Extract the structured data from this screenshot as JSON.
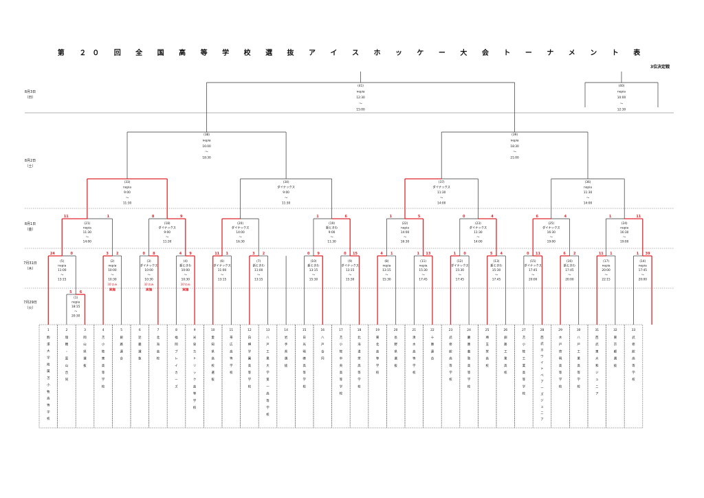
{
  "title": "第 ２０ 回 全 国 高 等 学 校 選 抜 ア イ ス ホ ッ ケ ー 大 会 ト ー ナ メ ン ト 表",
  "third_place_label": "3位決定戦",
  "dates": [
    {
      "lines": [
        "8月3日",
        "（日）"
      ]
    },
    {
      "lines": [
        "8月2日",
        "（土）"
      ]
    },
    {
      "lines": [
        "8月1日",
        "（金）"
      ]
    },
    {
      "lines": [
        "7月31日",
        "（木）"
      ]
    },
    {
      "lines": [
        "7月29日",
        "（火）"
      ]
    }
  ],
  "teams": [
    {
      "num": "1",
      "name": "駒澤大学附属苫小牧高等学校"
    },
    {
      "num": "2",
      "name": "瑞穂・富山合同"
    },
    {
      "num": "3",
      "name": "岡山県選抜"
    },
    {
      "num": "4",
      "name": "苫小牧東高等学校"
    },
    {
      "num": "5",
      "name": "釧路連合"
    },
    {
      "num": "6",
      "name": "近畿選抜"
    },
    {
      "num": "7",
      "name": "北海高校"
    },
    {
      "num": "8",
      "name": "福岡ブレイカーズ"
    },
    {
      "num": "9",
      "name": "光泉カトリック高等学校"
    },
    {
      "num": "10",
      "name": "愛知県高校選抜"
    },
    {
      "num": "11",
      "name": "帯広高等学校"
    },
    {
      "num": "12",
      "name": "白樺学園高等学校"
    },
    {
      "num": "13",
      "name": "八戸工業大学第一高等学校"
    },
    {
      "num": "14",
      "name": "岩手県選抜"
    },
    {
      "num": "15",
      "name": "日光明峰高等学校"
    },
    {
      "num": "16",
      "name": "八戸合同"
    },
    {
      "num": "17",
      "name": "苫小牧中央高等学校"
    },
    {
      "num": "18",
      "name": "北海道栄高等学校"
    },
    {
      "num": "19",
      "name": "東北高等学校"
    },
    {
      "num": "20",
      "name": "長野県選抜"
    },
    {
      "num": "21",
      "name": "清水高等学校"
    },
    {
      "num": "22",
      "name": "十勝連合"
    },
    {
      "num": "23",
      "name": "武修館高等学校"
    },
    {
      "num": "24",
      "name": "慶應義塾高等学校"
    },
    {
      "num": "25",
      "name": "埼玉栄高校"
    },
    {
      "num": "26",
      "name": "釧路工業高校"
    },
    {
      "num": "27",
      "name": "苫小牧工業高等学校"
    },
    {
      "num": "28",
      "name": "西武ホワイトベアーズジュニア"
    },
    {
      "num": "29",
      "name": "水戸啓明高等学校"
    },
    {
      "num": "30",
      "name": "八戸工業高等学校"
    },
    {
      "num": "31",
      "name": "西武東大和ジュニア"
    },
    {
      "num": "32",
      "name": "東京都選抜"
    },
    {
      "num": "33",
      "name": "武修館高等学校"
    }
  ],
  "matches": [
    {
      "id": "m1",
      "no": "(1)",
      "venue": "nepia",
      "start": "18:15",
      "end": "20:30"
    },
    {
      "id": "m2",
      "no": "(2)",
      "venue": "nepia",
      "start": "10:00",
      "end": "10:30",
      "note": "30'のみ",
      "note2": "実施"
    },
    {
      "id": "m3",
      "no": "(3)",
      "venue": "ダイナックス",
      "start": "10:00",
      "end": "10:30",
      "note": "30'のみ",
      "note2": "実施"
    },
    {
      "id": "m4",
      "no": "(4)",
      "venue": "新ときわ",
      "start": "10:00",
      "end": "10:30",
      "note": "30'のみ",
      "note2": "実施"
    },
    {
      "id": "m5",
      "no": "(5)",
      "venue": "nepia",
      "start": "11:00",
      "end": "13:15"
    },
    {
      "id": "m6",
      "no": "(6)",
      "venue": "ダイナックス",
      "start": "11:00",
      "end": "13:15"
    },
    {
      "id": "m7",
      "no": "(7)",
      "venue": "新ときわ",
      "start": "11:00",
      "end": "13:15"
    },
    {
      "id": "m8",
      "no": "(8)",
      "venue": "nepia",
      "start": "13:15",
      "end": "15:30"
    },
    {
      "id": "m9",
      "no": "(9)",
      "venue": "ダイナックス",
      "start": "13:15",
      "end": "15:30"
    },
    {
      "id": "m10",
      "no": "(10)",
      "venue": "新ときわ",
      "start": "13:15",
      "end": "15:30"
    },
    {
      "id": "m11",
      "no": "(11)",
      "venue": "nepia",
      "start": "15:30",
      "end": "17:45"
    },
    {
      "id": "m12",
      "no": "(12)",
      "venue": "ダイナックス",
      "start": "15:30",
      "end": "17:45"
    },
    {
      "id": "m13",
      "no": "(13)",
      "venue": "新ときわ",
      "start": "15:30",
      "end": "17:45"
    },
    {
      "id": "m15",
      "no": "(15)",
      "venue": "ダイナックス",
      "start": "17:45",
      "end": "20:00"
    },
    {
      "id": "m16",
      "no": "(16)",
      "venue": "新ときわ",
      "start": "17:45",
      "end": "20:00"
    },
    {
      "id": "m17",
      "no": "(17)",
      "venue": "nepia",
      "start": "20:00",
      "end": "22:15"
    },
    {
      "id": "m14",
      "no": "(14)",
      "venue": "nepia",
      "start": "17:45",
      "end": "20:00"
    },
    {
      "id": "m18",
      "no": "(18)",
      "venue": "ダイナックス",
      "start": "9:00",
      "end": "11:30"
    },
    {
      "id": "m19",
      "no": "(19)",
      "venue": "新ときわ",
      "start": "9:00",
      "end": "11:30"
    },
    {
      "id": "m20",
      "no": "(20)",
      "venue": "ダイナックス",
      "start": "14:00",
      "end": "16:30"
    },
    {
      "id": "m21",
      "no": "(21)",
      "venue": "nepia",
      "start": "11:30",
      "end": "14:00"
    },
    {
      "id": "m22",
      "no": "(22)",
      "venue": "nepia",
      "start": "14:00",
      "end": "16:30"
    },
    {
      "id": "m23",
      "no": "(23)",
      "venue": "ダイナックス",
      "start": "11:30",
      "end": "14:00"
    },
    {
      "id": "m24",
      "no": "(24)",
      "venue": "nepia",
      "start": "16:30",
      "end": "19:00"
    },
    {
      "id": "m25",
      "no": "(25)",
      "venue": "ダイナックス",
      "start": "16:30",
      "end": "19:00"
    },
    {
      "id": "m33",
      "no": "(33)",
      "venue": "nepia",
      "start": "9:00",
      "end": "11:30"
    },
    {
      "id": "m34",
      "no": "(34)",
      "venue": "ダイナックス",
      "start": "9:00",
      "end": "11:30"
    },
    {
      "id": "m37",
      "no": "(37)",
      "venue": "ダイナックス",
      "start": "11:30",
      "end": "14:00"
    },
    {
      "id": "m36",
      "no": "(36)",
      "venue": "nepia",
      "start": "11:30",
      "end": "14:00"
    },
    {
      "id": "m38",
      "no": "(38)",
      "venue": "nepia",
      "start": "16:00",
      "end": "18:30"
    },
    {
      "id": "m39",
      "no": "(39)",
      "venue": "nepia",
      "start": "18:30",
      "end": "21:00"
    },
    {
      "id": "m41",
      "no": "(41)",
      "venue": "nepia",
      "start": "12:30",
      "end": "15:00"
    },
    {
      "id": "m40",
      "no": "(40)",
      "venue": "nepia",
      "start": "10:00",
      "end": "12:30"
    }
  ],
  "scores": [
    {
      "id": "s1",
      "l": "5",
      "r": "6"
    },
    {
      "id": "s2",
      "l": "24",
      "r": "0"
    },
    {
      "id": "s3",
      "l": "3",
      "r": "2"
    },
    {
      "id": "s4",
      "l": "0",
      "r": "8"
    },
    {
      "id": "s5",
      "l": "4",
      "r": "9"
    },
    {
      "id": "s6",
      "l": "11",
      "r": "1"
    },
    {
      "id": "s7",
      "l": "3",
      "r": "2"
    },
    {
      "id": "s8",
      "l": "0",
      "r": "9"
    },
    {
      "id": "s9",
      "l": "0",
      "r": "15"
    },
    {
      "id": "s10",
      "l": "4",
      "r": "1"
    },
    {
      "id": "s11",
      "l": "1",
      "r": "13"
    },
    {
      "id": "s12",
      "l": "1",
      "r": "0"
    },
    {
      "id": "s13",
      "l": "5",
      "r": "4"
    },
    {
      "id": "s14",
      "l": "0",
      "r": "11"
    },
    {
      "id": "s15",
      "l": "6",
      "r": "2"
    },
    {
      "id": "s16",
      "l": "11",
      "r": "1"
    },
    {
      "id": "s17",
      "l": "1",
      "r": "39"
    },
    {
      "id": "s18",
      "l": "11",
      "r": "1"
    },
    {
      "id": "s19",
      "l": "8",
      "r": "9"
    },
    {
      "id": "s20",
      "l": "1",
      "r": "6"
    },
    {
      "id": "s21",
      "l": "1",
      "r": "5"
    },
    {
      "id": "s22",
      "l": "0",
      "r": "4"
    },
    {
      "id": "s23",
      "l": "6",
      "r": "4"
    },
    {
      "id": "s24",
      "l": "1",
      "r": "11"
    }
  ]
}
